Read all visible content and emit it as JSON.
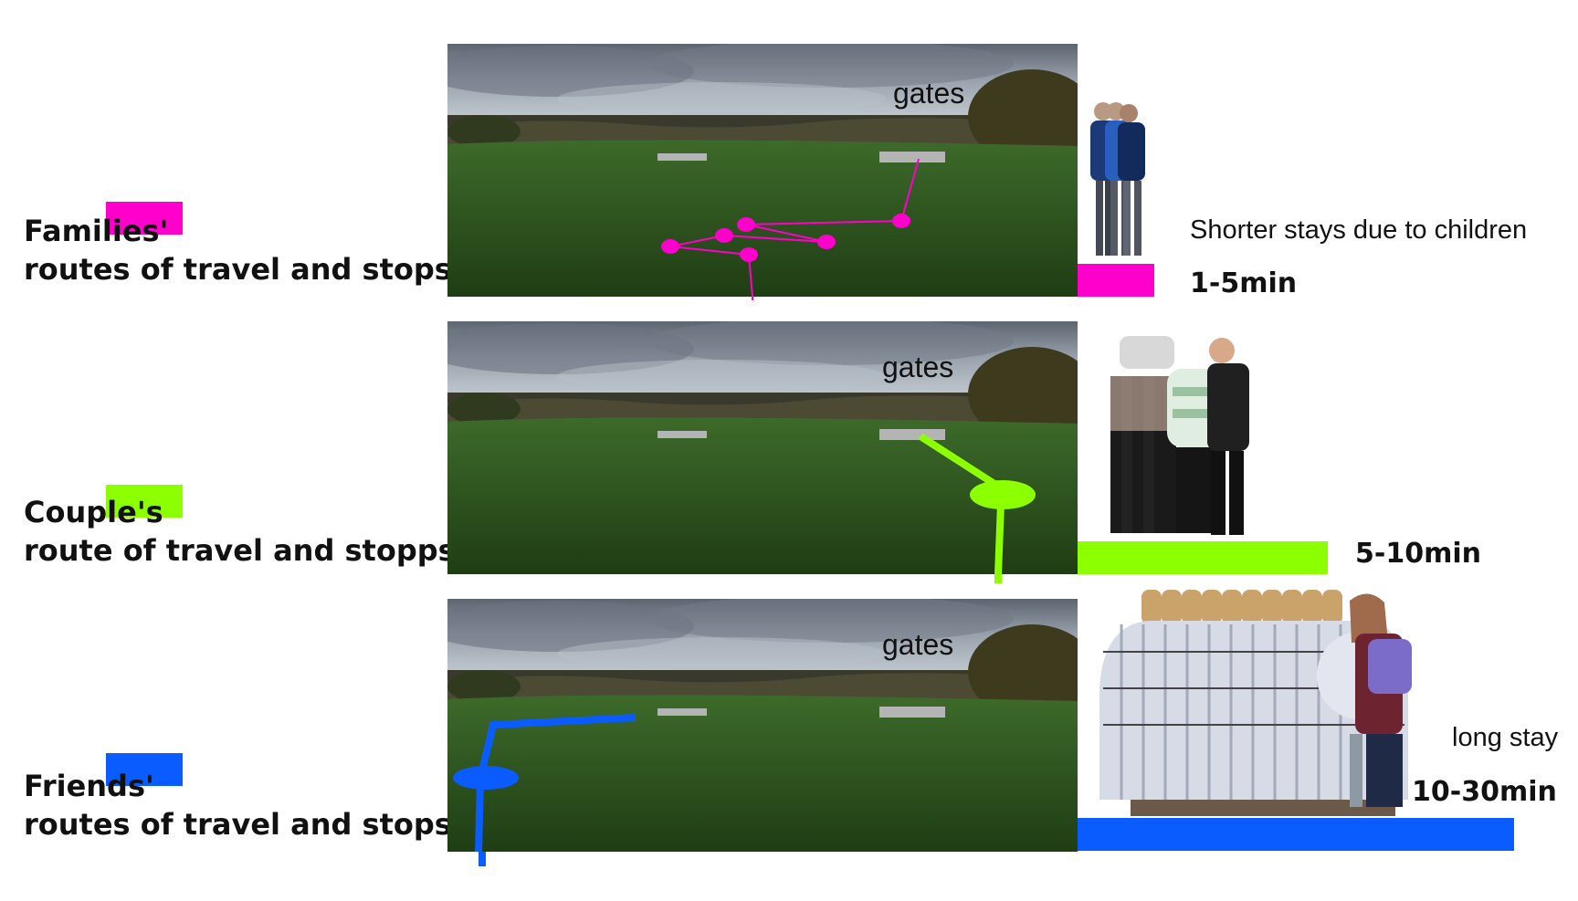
{
  "colors": {
    "families": "#ff00cc",
    "couples": "#8cff00",
    "friends": "#0a5cff",
    "gate_marker": "#b4b4b4"
  },
  "photo_label": "gates",
  "groups": [
    {
      "key": "families",
      "label_line1": "Families'",
      "label_line2": "routes of travel and stops",
      "note": "Shorter stays due to children",
      "duration": "1-5min",
      "icon": "family-figures-icon"
    },
    {
      "key": "couples",
      "label_line1": "Couple's",
      "label_line2": "route of travel and stopps",
      "note": "",
      "duration": "5-10min",
      "icon": "couple-figures-icon"
    },
    {
      "key": "friends",
      "label_line1": "Friends'",
      "label_line2": "routes of travel and stops",
      "note": "long stay",
      "duration": "10-30min",
      "icon": "friends-figures-icon"
    }
  ]
}
